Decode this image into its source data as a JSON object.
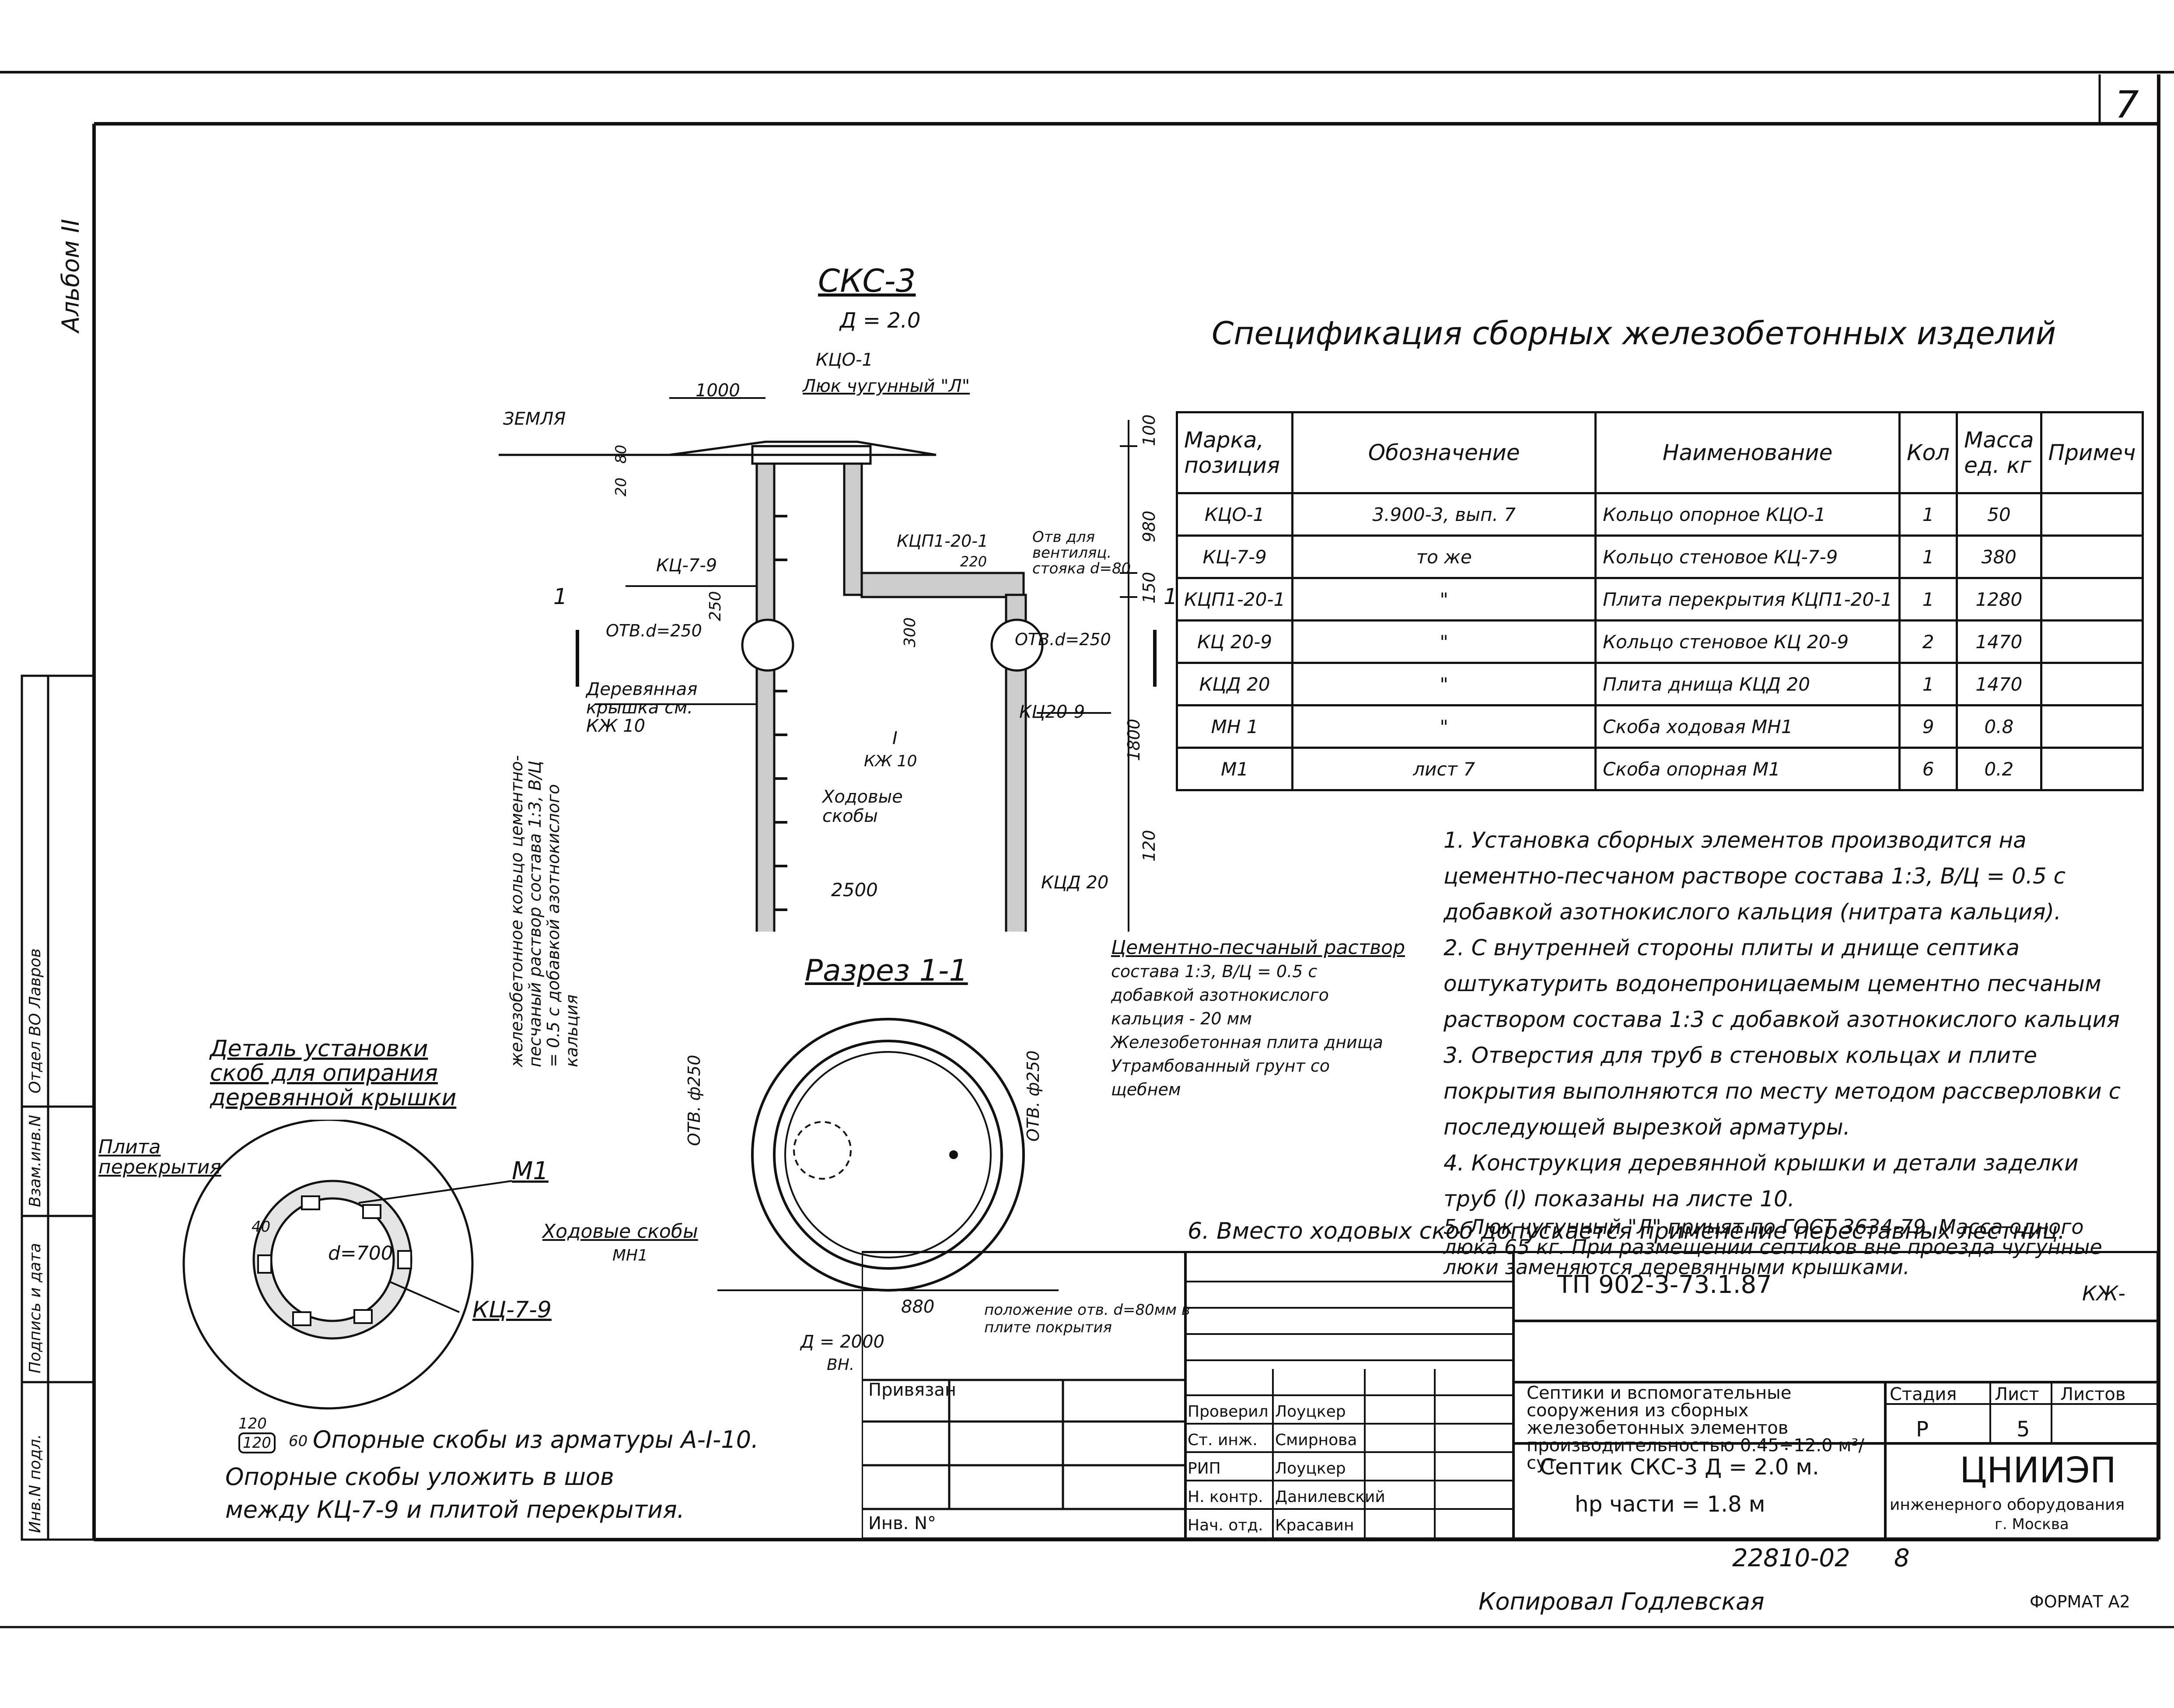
{
  "sheet": {
    "number": "7",
    "album": "Альбом II",
    "format": "ФОРМАТ А2",
    "copied_by": "Копировал  Годлевская",
    "archive_no": "22810-02",
    "archive_sheet": "8"
  },
  "left_strip": [
    "Отдел  ВО  Лавров",
    "Взам.инв.N",
    "Подпись и дата",
    "Инв.N подл."
  ],
  "section": {
    "title": "СКС-3",
    "subtitle": "Д = 2.0",
    "labels": {
      "kco": "КЦО-1",
      "hatch": "Люк чугунный \"Л\"",
      "ground": "ЗЕМЛЯ",
      "d1000": "1000",
      "kc79": "КЦ-7-9",
      "kcp": "КЦП1-20-1",
      "vent": "Отв для вентиляц. стояка d=80",
      "otv_left": "ОТВ.d=250",
      "otv_right": "ОТВ.d=250",
      "lid": "Деревянная крышка см. КЖ 10",
      "node": "I",
      "node_ref": "КЖ 10",
      "steps": "Ходовые скобы",
      "kc209": "КЦ20-9",
      "kcd": "КЦД 20",
      "width": "2500",
      "cut_mark": "1",
      "dim_100": "100",
      "dim_980": "980",
      "dim_150": "150",
      "dim_1800": "1800",
      "dim_120": "120",
      "dim_250": "250",
      "dim_300": "300",
      "dim_220": "220",
      "dim_80": "80",
      "dim_20": "20",
      "ring_note": "железобетонное кольцо  цементно-песчаный раствор  состава 1:3, В/Ц = 0.5  с добавкой азотнокислого кальция"
    }
  },
  "legend": [
    "Цементно-песчаный раствор",
    "состава 1:3, В/Ц = 0.5 с",
    "добавкой азотнокислого",
    "кальция - 20 мм",
    "Железобетонная плита днища",
    "Утрамбованный грунт со",
    "щебнем"
  ],
  "plan": {
    "title": "Разрез 1-1",
    "labels": {
      "otv_left": "ОТВ. ф250",
      "otv_right": "ОТВ. ф250",
      "steps": "Ходовые скобы",
      "steps_mark": "МН1",
      "d880": "880",
      "diam": "Д = 2000",
      "diam_sub": "ВН.",
      "pos_note": "положение отв. d=80мм в плите покрытия"
    }
  },
  "detail": {
    "title_1": "Деталь установки",
    "title_2": "скоб для опирания",
    "title_3": "деревянной крышки",
    "slab": "Плита перекрытия",
    "m1": "М1",
    "d700": "d=700",
    "d40": "40",
    "kc79": "КЦ-7-9",
    "dim_top": "120",
    "dim_bottom": "120",
    "dim_side": "60",
    "note_1": "Опорные скобы из арматуры А-I-10.",
    "note_2": "Опорные скобы уложить в шов",
    "note_3": "между КЦ-7-9 и плитой перекрытия."
  },
  "spec": {
    "title": "Спецификация сборных железобетонных изделий",
    "headers": [
      "Марка, позиция",
      "Обозначение",
      "Наименование",
      "Кол",
      "Масса ед. кг",
      "Примеч"
    ],
    "rows": [
      [
        "КЦО-1",
        "3.900-3,  вып. 7",
        "Кольцо опорное  КЦО-1",
        "1",
        "50",
        ""
      ],
      [
        "КЦ-7-9",
        "то же",
        "Кольцо стеновое  КЦ-7-9",
        "1",
        "380",
        ""
      ],
      [
        "КЦП1-20-1",
        "\"",
        "Плита перекрытия  КЦП1-20-1",
        "1",
        "1280",
        ""
      ],
      [
        "КЦ 20-9",
        "\"",
        "Кольцо стеновое  КЦ 20-9",
        "2",
        "1470",
        ""
      ],
      [
        "КЦД 20",
        "\"",
        "Плита днища  КЦД 20",
        "1",
        "1470",
        ""
      ],
      [
        "МН 1",
        "\"",
        "Скоба ходовая  МН1",
        "9",
        "0.8",
        ""
      ],
      [
        "М1",
        "лист 7",
        "Скоба опорная  М1",
        "6",
        "0.2",
        ""
      ]
    ]
  },
  "notes": [
    "1. Установка сборных элементов производится на цементно-песчаном растворе состава 1:3, В/Ц = 0.5 с добавкой азотнокислого кальция (нитрата кальция).",
    "2. С внутренней стороны плиты и днище септика оштукатурить водонепроницаемым цементно песчаным раствором состава 1:3 с добавкой азотнокислого кальция",
    "3. Отверстия для труб в стеновых кольцах и плите покрытия выполняются по месту методом рассверловки с последующей вырезкой арматуры.",
    "4. Конструкция деревянной крышки и детали заделки труб (I) показаны на листе 10.",
    "5. Люк чугунный \"Л\" принят по ГОСТ 3634-79. Масса одного люка 65 кг. При размещении септиков вне проезда чугунные люки заменяются деревянными крышками.",
    "6. Вместо ходовых скоб допускается применение переставных лестниц."
  ],
  "title_block": {
    "code": "ТП 902-3-73.1.87",
    "mark": "КЖ-",
    "bound": "Привязан",
    "inv": "Инв. N°",
    "description": "Септики и вспомогательные сооружения из сборных железобетонных элементов производительностью 0.45÷12.0 м³/сут.",
    "sheet_title_1": "Септик  СКС-3  Д = 2.0 м.",
    "sheet_title_2": "hp части = 1.8 м",
    "stage_h": "Стадия",
    "sheet_h": "Лист",
    "sheets_h": "Листов",
    "stage": "Р",
    "sheet": "5",
    "sheets": "",
    "org_1": "ЦНИИЭП",
    "org_2": "инженерного оборудования",
    "org_3": "г. Москва",
    "staff": [
      [
        "Проверил",
        "Лоуцкер"
      ],
      [
        "Ст. инж.",
        "Смирнова"
      ],
      [
        "РИП",
        "Лоуцкер"
      ],
      [
        "Н. контр.",
        "Данилевский"
      ],
      [
        "Нач. отд.",
        "Красавин"
      ]
    ]
  }
}
